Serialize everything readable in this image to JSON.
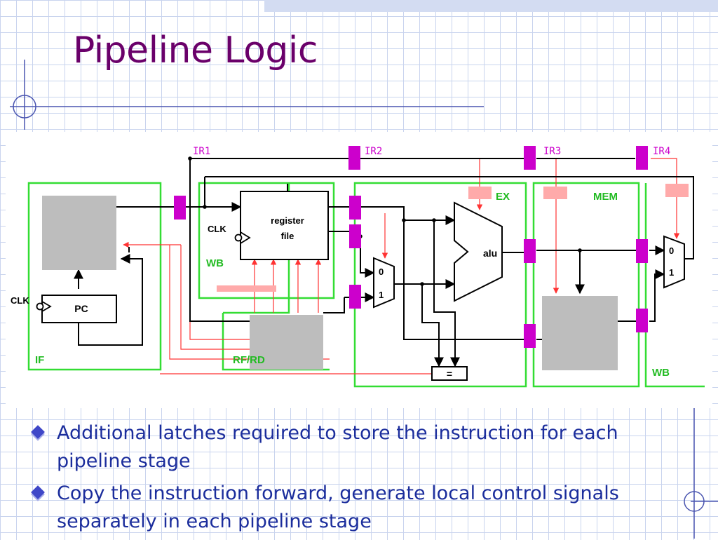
{
  "slide": {
    "title": "Pipeline Logic",
    "bullets": [
      "Additional latches required to store the instruction for each pipeline stage",
      "Copy the instruction forward, generate local control signals separately in each pipeline stage"
    ]
  },
  "diagram": {
    "instruction_registers": [
      "IR1",
      "IR2",
      "IR3",
      "IR4"
    ],
    "stages": [
      "IF",
      "WB",
      "RF/RD",
      "EX",
      "MEM",
      "WB"
    ],
    "blocks": {
      "register_file": [
        "register",
        "file"
      ],
      "pc": "PC",
      "alu": "alu",
      "compare": "=",
      "mux_inputs": [
        "0",
        "1"
      ],
      "clock": "CLK"
    },
    "icons": {
      "latch": "latch-icon",
      "mux": "mux-icon",
      "clock_input": "clock-triangle-icon",
      "bullet": "diamond-bullet-icon"
    },
    "colors": {
      "title": "#6a006a",
      "bullet_text": "#1b2d9c",
      "stage_outline": "#33dd33",
      "latch": "#cc00cc",
      "ir_label": "#cc00cc",
      "control_signal": "#ff3333",
      "control_box": "#ffaaaa",
      "memory_block": "#bdbdbd"
    }
  }
}
